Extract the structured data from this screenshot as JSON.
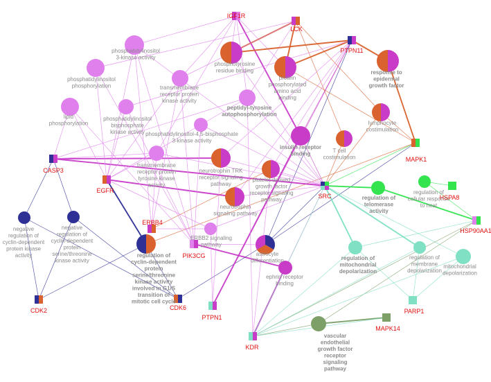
{
  "colors": {
    "purple": "#e080ec",
    "magenta": "#c83cc8",
    "orange": "#d9622e",
    "navy": "#2e3096",
    "green": "#33e44f",
    "teal": "#80e0c4",
    "olive": "#7da069",
    "gray_text": "#8a8a8a",
    "gene_text": "#e01010"
  },
  "terms": [
    {
      "id": "pi3k_activity",
      "lines": [
        "phosphatidylinositol",
        "3-kinase activity"
      ],
      "color": "purple"
    },
    {
      "id": "pi_phosphorylation",
      "lines": [
        "phosphatidylinositol",
        "phosphorylation"
      ],
      "color": "purple"
    },
    {
      "id": "lipid_phosphorylation",
      "lines": [
        "lipid",
        "phosphorylation"
      ],
      "color": "purple"
    },
    {
      "id": "tm_receptor_kinase",
      "lines": [
        "transmembrane",
        "receptor protein",
        "kinase activity"
      ],
      "color": "purple"
    },
    {
      "id": "pi_bisphosphate_kinase",
      "lines": [
        "phosphatidylinositol",
        "bisphosphate",
        "kinase activity"
      ],
      "color": "purple"
    },
    {
      "id": "pip2_3kinase",
      "lines": [
        "phosphatidylinositol-4,5-bisphosphate",
        "3-kinase activity"
      ],
      "color": "purple"
    },
    {
      "id": "ptyr_binding",
      "lines": [
        "phosphotyrosine",
        "residue binding"
      ],
      "color": "pie"
    },
    {
      "id": "pp_amino_acid_binding",
      "lines": [
        "protein",
        "phosphorylated",
        "amino acid",
        "binding"
      ],
      "color": "pie"
    },
    {
      "id": "egf_response",
      "lines": [
        "response to",
        "epidermal",
        "growth factor"
      ],
      "color": "pie",
      "bold": true,
      "text_color": "#d9622e"
    },
    {
      "id": "ptyr_autophos",
      "lines": [
        "peptidyl-tyrosine",
        "autophosphorylation"
      ],
      "color": "purple",
      "bold": true,
      "text_color": "#c83cc8"
    },
    {
      "id": "lymphocyte_cost",
      "lines": [
        "lymphocyte",
        "costimulation"
      ],
      "color": "pie"
    },
    {
      "id": "insulin_receptor",
      "lines": [
        "insulin receptor",
        "binding"
      ],
      "color": "magenta",
      "bold": true,
      "text_color": "#c83cc8"
    },
    {
      "id": "t_cell_cost",
      "lines": [
        "T cell",
        "costimulation"
      ],
      "color": "pie"
    },
    {
      "id": "tm_receptor_tyr",
      "lines": [
        "transmembrane",
        "receptor protein",
        "tyrosine kinase",
        "activity"
      ],
      "color": "purple"
    },
    {
      "id": "ntrk_pathway",
      "lines": [
        "neurotrophin TRK",
        "receptor signaling",
        "pathway"
      ],
      "color": "pie"
    },
    {
      "id": "pdgf_pathway",
      "lines": [
        "platelet-derived",
        "growth factor",
        "receptor signaling",
        "pathway"
      ],
      "color": "pie"
    },
    {
      "id": "neurotrophin_pathway",
      "lines": [
        "neurotrophin",
        "signaling pathway"
      ],
      "color": "pie"
    },
    {
      "id": "erbb2_pathway",
      "lines": [
        "ERBB2 signaling",
        "pathway"
      ],
      "color": "purple"
    },
    {
      "id": "astrocyte_diff",
      "lines": [
        "astrocyte",
        "differentiation"
      ],
      "color": "pie3"
    },
    {
      "id": "neg_reg_cdk",
      "lines": [
        "negative",
        "regulation of",
        "cyclin-dependent",
        "protein kinase",
        "activity"
      ],
      "color": "navy"
    },
    {
      "id": "neg_reg_cdk_st",
      "lines": [
        "negative",
        "regulation of",
        "cyclin-dependent",
        "protein",
        "serine/threonine",
        "kinase activity"
      ],
      "color": "navy"
    },
    {
      "id": "reg_cdk_g1s",
      "lines": [
        "regulation of",
        "cyclin-dependent",
        "protein",
        "serine/threonine",
        "kinase activity",
        "involved in G1/S",
        "transition of",
        "mitotic cell cycle"
      ],
      "color": "pie2",
      "bold": true,
      "text_color": "#1e1e8c"
    },
    {
      "id": "reg_telomerase",
      "lines": [
        "regulation of",
        "telomerase",
        "activity"
      ],
      "color": "green",
      "bold": true,
      "text_color": "#20c040"
    },
    {
      "id": "reg_heat",
      "lines": [
        "regulation of",
        "cellular response",
        "to heat"
      ],
      "color": "green"
    },
    {
      "id": "reg_mito_depol",
      "lines": [
        "regulation of",
        "mitochondrial",
        "depolarization"
      ],
      "color": "teal",
      "bold": true,
      "text_color": "#60cfc0"
    },
    {
      "id": "reg_membrane_depol",
      "lines": [
        "regulation of",
        "membrane",
        "depolarization"
      ],
      "color": "teal"
    },
    {
      "id": "mito_depol",
      "lines": [
        "mitochondrial",
        "depolarization"
      ],
      "color": "teal"
    },
    {
      "id": "ephrin_binding",
      "lines": [
        "ephrin receptor",
        "binding"
      ],
      "color": "magenta"
    },
    {
      "id": "vegf_pathway",
      "lines": [
        "vascular",
        "endothelial",
        "growth factor",
        "receptor",
        "signaling",
        "pathway"
      ],
      "color": "olive",
      "bold": true,
      "text_color": "#7da069"
    }
  ],
  "genes": [
    {
      "id": "IGF1R",
      "label": "IGF1R"
    },
    {
      "id": "LCK",
      "label": "LCK"
    },
    {
      "id": "PTPN11",
      "label": "PTPN11"
    },
    {
      "id": "MAPK1",
      "label": "MAPK1"
    },
    {
      "id": "CASP3",
      "label": "CASP3"
    },
    {
      "id": "EGFR",
      "label": "EGFR"
    },
    {
      "id": "ERBB4",
      "label": "ERBB4"
    },
    {
      "id": "SRC",
      "label": "SRC"
    },
    {
      "id": "HSPA8",
      "label": "HSPA8"
    },
    {
      "id": "HSP90AA1",
      "label": "HSP90AA1"
    },
    {
      "id": "PIK3CG",
      "label": "PIK3CG"
    },
    {
      "id": "CDK6",
      "label": "CDK6"
    },
    {
      "id": "CDK2",
      "label": "CDK2"
    },
    {
      "id": "PTPN1",
      "label": "PTPN1"
    },
    {
      "id": "KDR",
      "label": "KDR"
    },
    {
      "id": "PARP1",
      "label": "PARP1"
    },
    {
      "id": "MAPK14",
      "label": "MAPK14"
    }
  ]
}
